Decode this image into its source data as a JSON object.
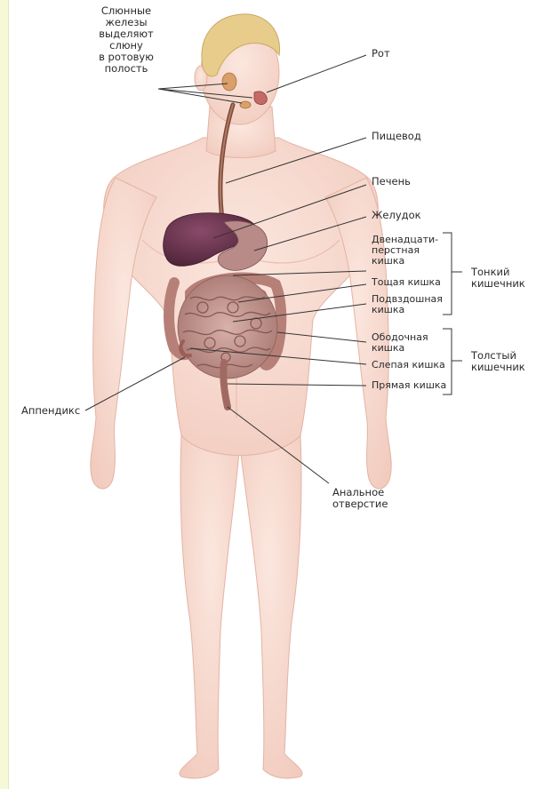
{
  "labels": {
    "salivary": "Слюнные\nжелезы\nвыделяют\nслюну\nв ротовую\nполость",
    "mouth": "Рот",
    "esophagus": "Пищевод",
    "liver": "Печень",
    "stomach": "Желудок",
    "duodenum": "Двенадцати-\nперстная\nкишка",
    "jejunum": "Тощая кишка",
    "ileum": "Подвздошная\nкишка",
    "small_intestine": "Тонкий\nкишечник",
    "colon": "Ободочная\nкишка",
    "cecum": "Слепая кишка",
    "rectum": "Прямая кишка",
    "large_intestine": "Толстый\nкишечник",
    "appendix": "Аппендикс",
    "anus": "Анальное\nотверстие"
  },
  "colors": {
    "skin": "#f8dcd2",
    "skin_shadow": "#eec0b3",
    "hair": "#e6c98a",
    "liver": "#6b3550",
    "stomach": "#b98c8a",
    "intestine": "#c49a94",
    "esophagus": "#8a5a4a",
    "leader_line": "#333333",
    "strip": "#f7f8d8"
  }
}
